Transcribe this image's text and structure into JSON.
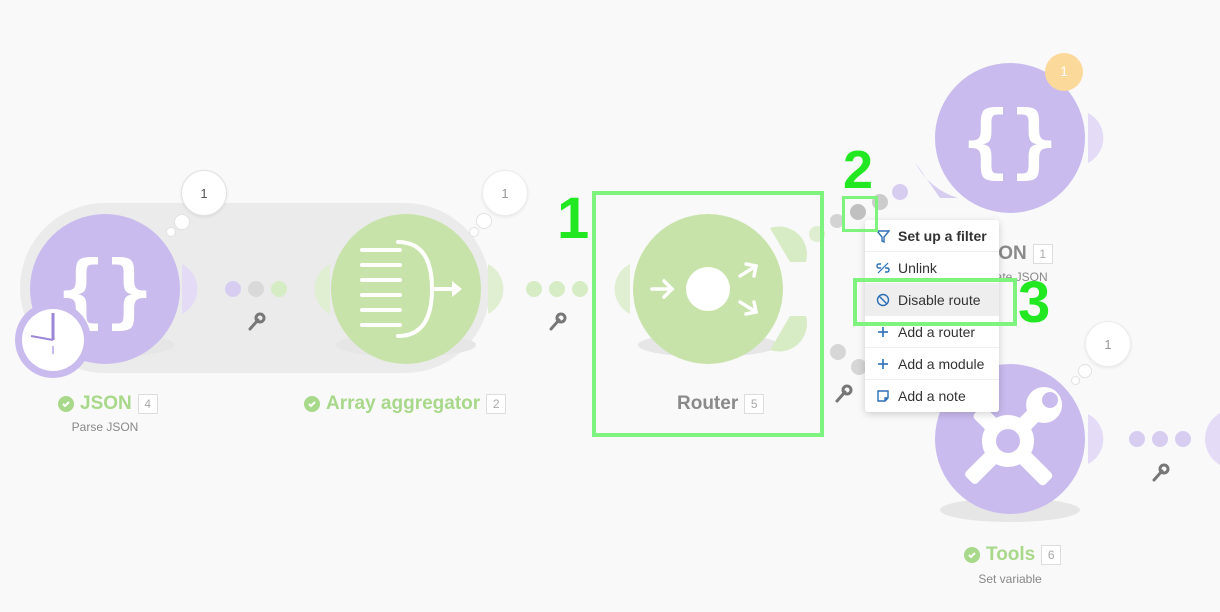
{
  "modules": {
    "json_parse": {
      "name": "JSON",
      "index": "4",
      "subtitle": "Parse JSON",
      "bubble": "1"
    },
    "array_aggregator": {
      "name": "Array aggregator",
      "index": "2",
      "bubble": "1"
    },
    "router": {
      "name": "Router",
      "index": "5"
    },
    "json_create": {
      "name": "JSON",
      "index": "1",
      "subtitle": "Create JSON",
      "bubble": "1"
    },
    "tools": {
      "name": "Tools",
      "index": "6",
      "subtitle": "Set variable",
      "bubble": "1"
    }
  },
  "context_menu": {
    "items": [
      {
        "label": "Set up a filter",
        "icon": "filter-icon"
      },
      {
        "label": "Unlink",
        "icon": "unlink-icon"
      },
      {
        "label": "Disable route",
        "icon": "disable-icon"
      },
      {
        "label": "Add a router",
        "icon": "plus-icon"
      },
      {
        "label": "Add a module",
        "icon": "plus-icon"
      },
      {
        "label": "Add a note",
        "icon": "note-icon"
      }
    ]
  },
  "annotations": {
    "step1": "1",
    "step2": "2",
    "step3": "3"
  },
  "colors": {
    "json_module": "#c9bbee",
    "green_module": "#c7e3a9",
    "label_green": "#a8d88a",
    "annotation": "#22e822",
    "badge_orange": "#fbd99a"
  }
}
